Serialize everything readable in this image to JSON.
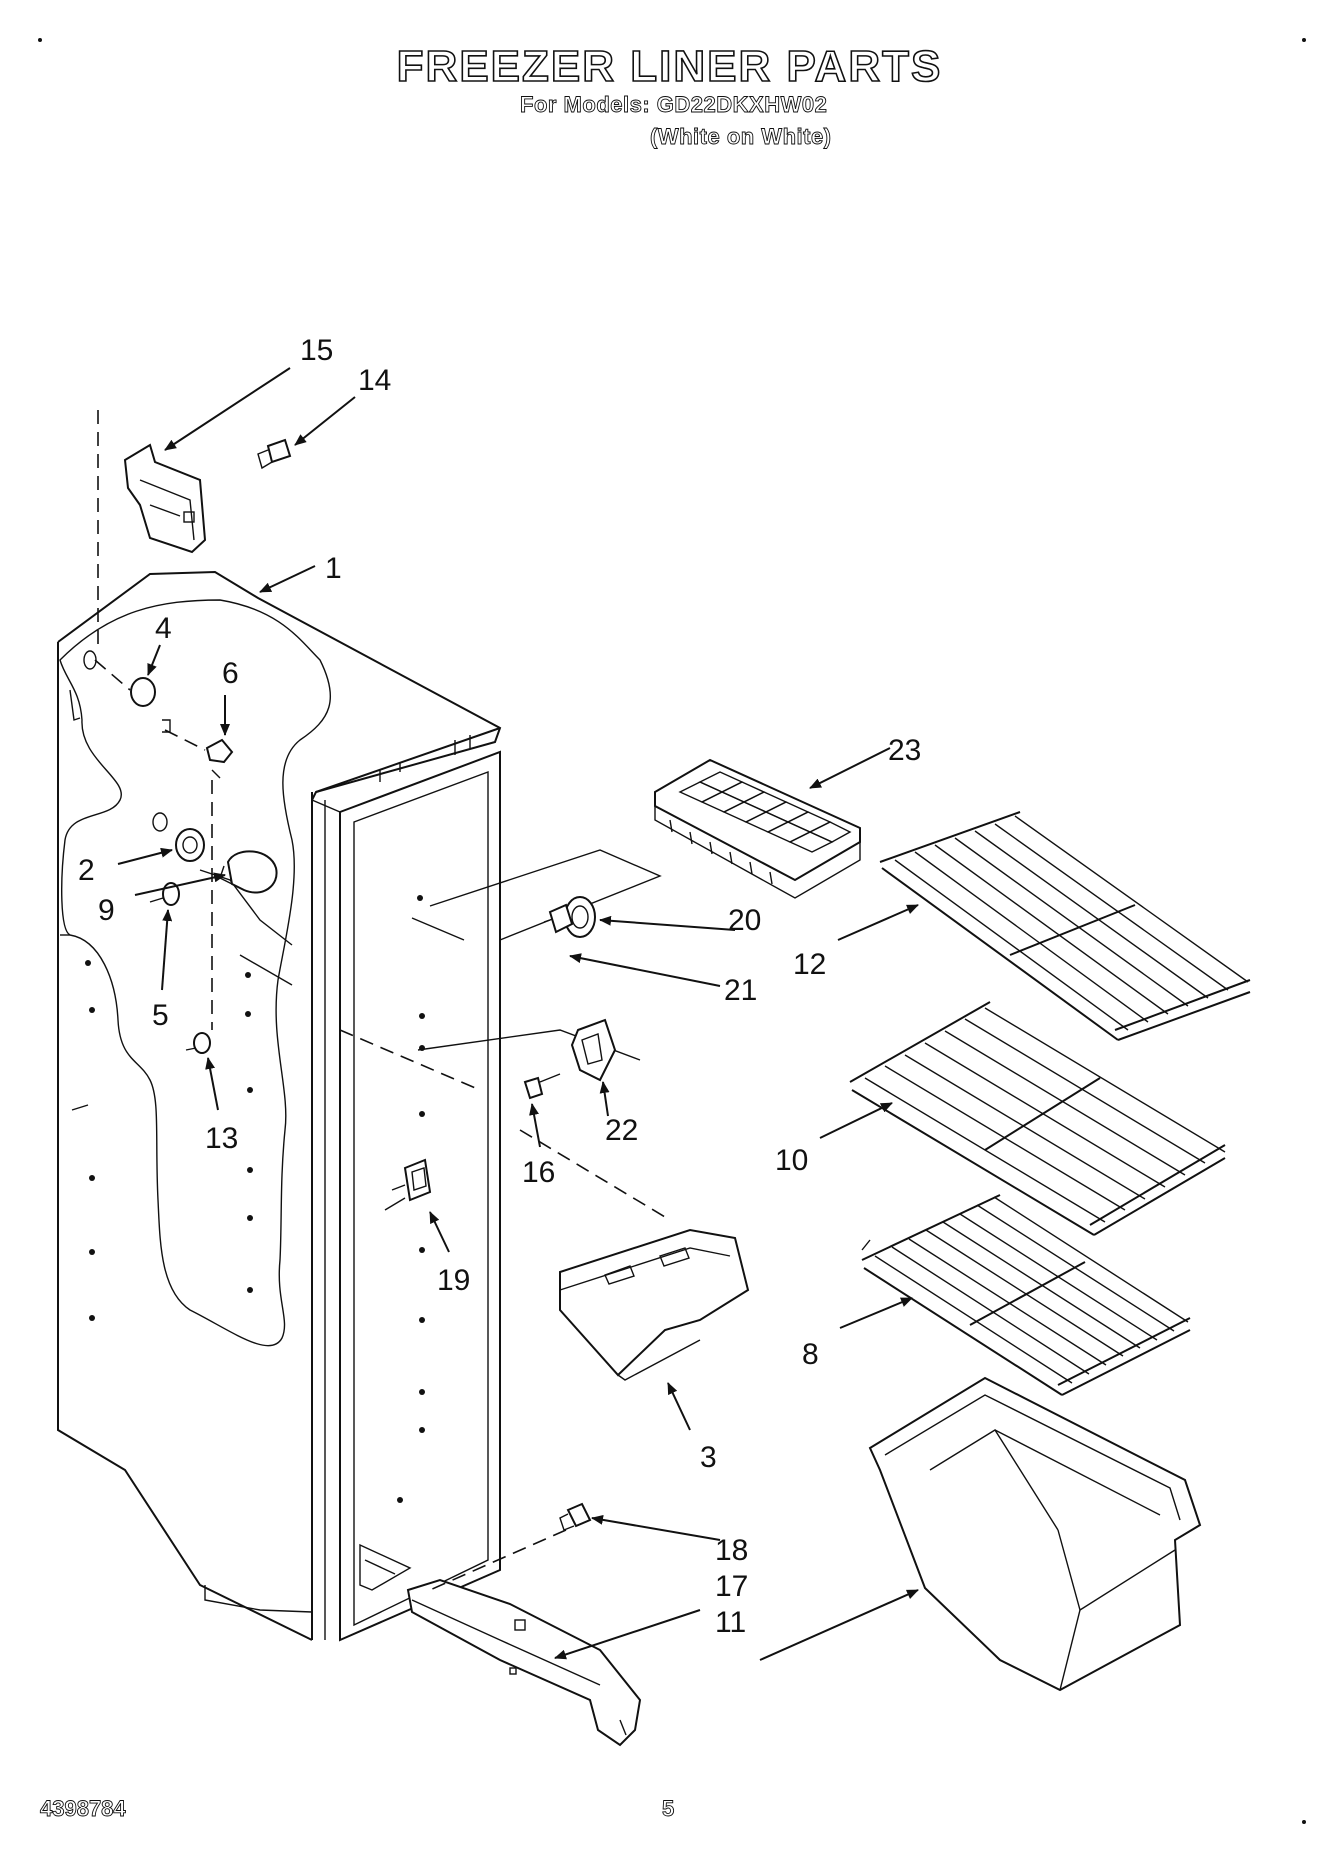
{
  "header": {
    "title": "FREEZER LINER PARTS",
    "models_line": "For Models: GD22DKXHW02",
    "color_line": "(White on White)"
  },
  "footer": {
    "doc_number": "4398784",
    "page_number": "5"
  },
  "callouts": {
    "c1": "1",
    "c2": "2",
    "c3": "3",
    "c4": "4",
    "c5": "5",
    "c6": "6",
    "c8": "8",
    "c9": "9",
    "c10": "10",
    "c11": "11",
    "c12": "12",
    "c13": "13",
    "c14": "14",
    "c15": "15",
    "c16": "16",
    "c17": "17",
    "c18": "18",
    "c19": "19",
    "c20": "20",
    "c21": "21",
    "c22": "22",
    "c23": "23"
  }
}
